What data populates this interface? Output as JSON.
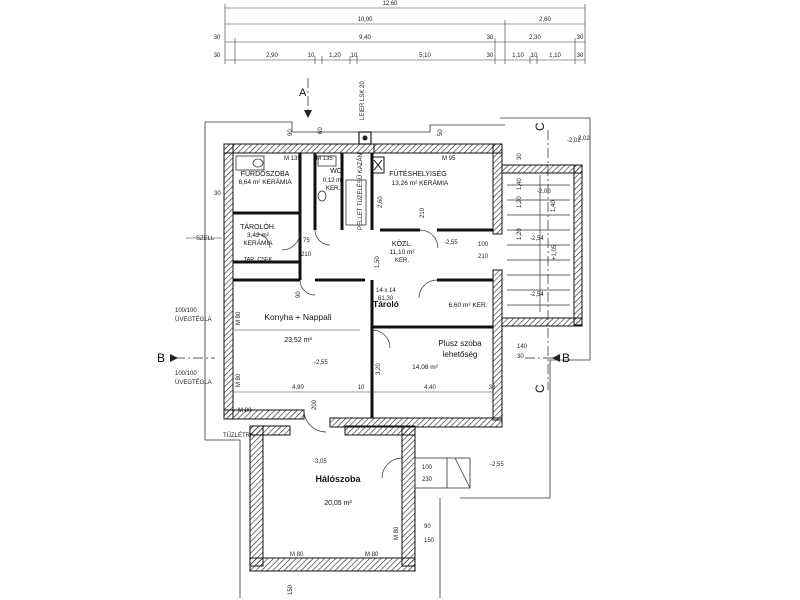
{
  "dimensions": {
    "top_total": "12,60",
    "row1": [
      "10,00",
      "2,60"
    ],
    "row2": [
      "30",
      "9,40",
      "30",
      "2,30",
      "30"
    ],
    "row3": [
      "30",
      "2,90",
      "10",
      "1,20",
      "10",
      "5,10",
      "30",
      "1,10",
      "10",
      "1,10",
      "30"
    ],
    "right_sides": [
      "1,20",
      "1,40",
      "30",
      "1,40",
      "2,02"
    ]
  },
  "section_marks": {
    "a": "A",
    "b_left": "B",
    "b_right": "B",
    "c_top": "C",
    "c_bottom": "C",
    "leier": "LEIER LSK 20"
  },
  "rooms": {
    "bathroom": {
      "name": "FÜRDŐSZOBA",
      "area": "6,64 m² KERÁMIA"
    },
    "wc": {
      "name": "WC",
      "area": "0,12 m²",
      "floor": "KER."
    },
    "boiler": {
      "name": "FÜTÉSHELYISÉG",
      "area": "13,26 m² KERÁMIA"
    },
    "pantry": {
      "name": "TÁROLÓH.",
      "area": "3,42 m²",
      "floor": "KERÁMIA",
      "note": "TAR. CSEK"
    },
    "corridor": {
      "name": "KÖZL.",
      "area": "11,10 m²",
      "floor": "KER."
    },
    "storage": {
      "name": "Tároló",
      "area": "6,60 m² KER."
    },
    "kitchen": {
      "name": "Konyha + Nappali",
      "area": "23,52 m²"
    },
    "extra": {
      "name1": "Plusz szoba",
      "name2": "lehetőség",
      "area": "14,08 m²"
    },
    "bedroom": {
      "name": "Hálószoba",
      "area": "20,05 m²"
    }
  },
  "annotations": {
    "szell": "SZELL",
    "pellet": "PELLET TÜZELÉSŰ KAZÁN",
    "glass_block_1a": "100/100",
    "glass_block_1b": "ÜVEGTÉGLA",
    "glass_block_2a": "100/100",
    "glass_block_2b": "ÜVEGTÉGLA",
    "tuzletra": "TŰZLÉTRA",
    "m135_a": "M 135",
    "m135_b": "M 135",
    "m95": "M 95",
    "m80_side1": "M 80",
    "m80_side2": "M 80",
    "m80_bottom": "M 80",
    "m80_bed1": "M 80",
    "m80_bed2": "M 80",
    "m80_mid": "M 80",
    "hatch": "14 x 14",
    "hatch2": "61,30",
    "stair_note": "+1,05"
  },
  "levels": {
    "main": "-2,55",
    "kitchen": "-2,55",
    "outside": "-2,55",
    "bedroom": "-3,05",
    "stair": "-2,54",
    "stair2": "-2,54",
    "right_ext": "-2,00",
    "top_right": "-2,02"
  },
  "inner_dims": {
    "kitchen_w": "4,90",
    "extra_w": "4,40",
    "k10": "10",
    "k30": "30",
    "door_a": "75",
    "door_b": "210",
    "corr_a": "1,50",
    "kitchen_h": "3,20",
    "open1": "100",
    "open2": "210",
    "bed_door1": "100",
    "bed_door2": "230",
    "right_140": "140",
    "right_30": "30",
    "bed_win1": "90",
    "bed_win2": "150",
    "bed_bottom": "150",
    "v200": "200",
    "v90": "90",
    "v260": "2,60",
    "v120": "1,20",
    "v30": "30",
    "v60": "60",
    "v210": "210",
    "v50": "50",
    "v90b": "90"
  }
}
